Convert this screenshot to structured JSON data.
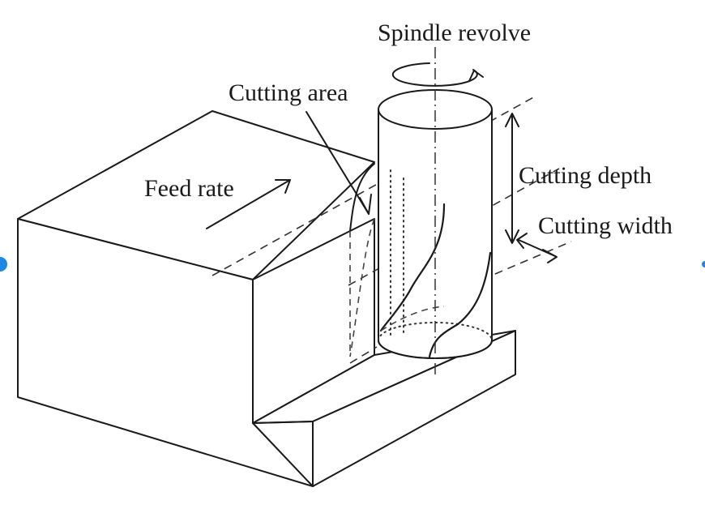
{
  "labels": {
    "spindle_revolve": "Spindle revolve",
    "cutting_area": "Cutting area",
    "feed_rate": "Feed rate",
    "cutting_depth": "Cutting depth",
    "cutting_width": "Cutting width"
  },
  "colors": {
    "line": "#1a1a1a",
    "background": "#ffffff",
    "edge_marker": "#1e88e5"
  }
}
